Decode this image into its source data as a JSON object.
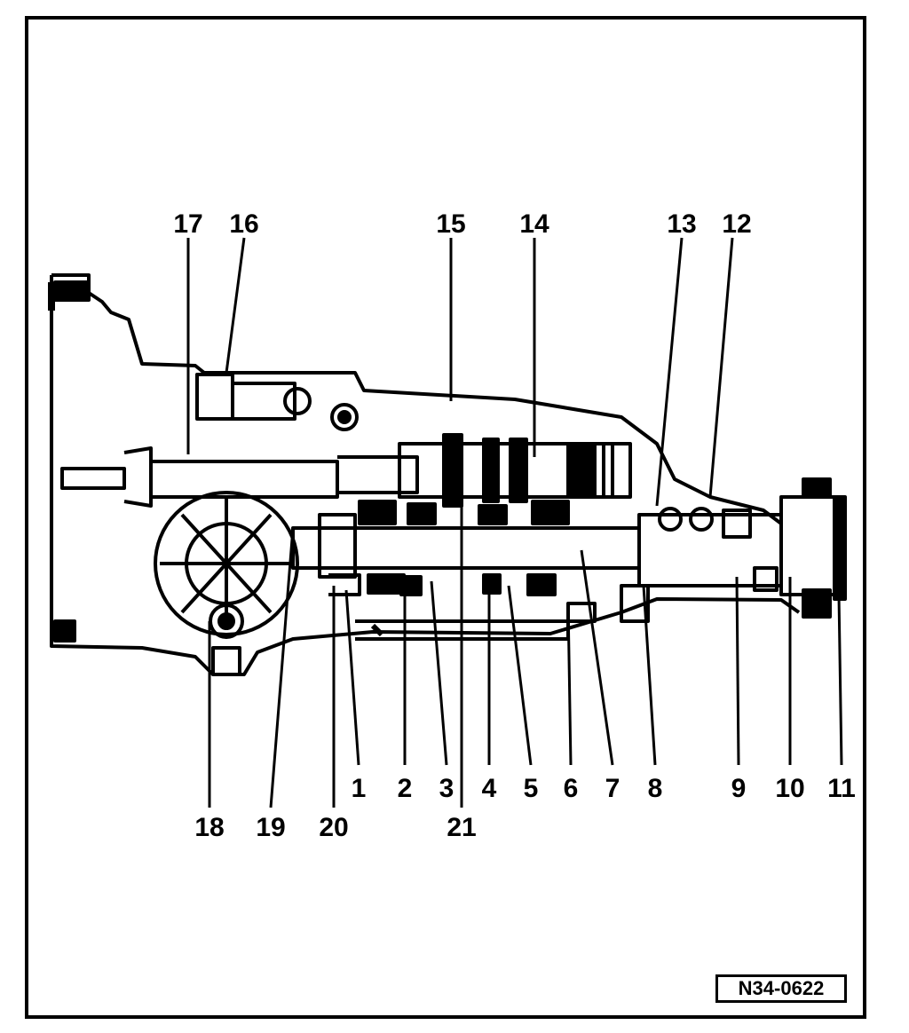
{
  "diagram": {
    "callouts": [
      "1",
      "2",
      "3",
      "4",
      "5",
      "6",
      "7",
      "8",
      "9",
      "10",
      "11",
      "12",
      "13",
      "14",
      "15",
      "16",
      "17",
      "18",
      "19",
      "20",
      "21"
    ],
    "reference_code": "N34-0622"
  }
}
